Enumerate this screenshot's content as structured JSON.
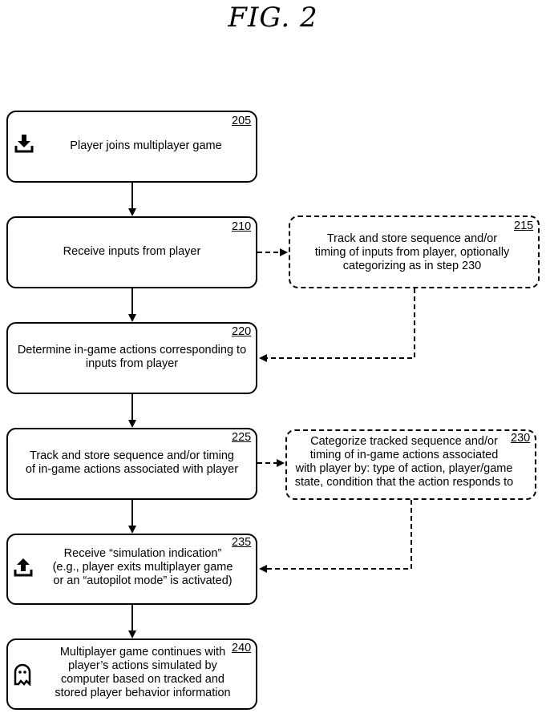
{
  "figure": {
    "title": "FIG. 2"
  },
  "steps": {
    "s205": {
      "number": "205",
      "text": "Player joins multiplayer game"
    },
    "s210": {
      "number": "210",
      "text": "Receive inputs from player"
    },
    "s215": {
      "number": "215",
      "text": "Track and store sequence and/or\ntiming of inputs from player, optionally\ncategorizing as in step 230"
    },
    "s220": {
      "number": "220",
      "text": "Determine in-game actions corresponding to\ninputs from player"
    },
    "s225": {
      "number": "225",
      "text": "Track and store sequence and/or timing\nof in-game actions associated with player"
    },
    "s230": {
      "number": "230",
      "text": "Categorize tracked sequence and/or\ntiming of in-game actions associated\nwith player by: type of action, player/game\nstate, condition that the action responds to"
    },
    "s235": {
      "number": "235",
      "text": "Receive “simulation indication”\n(e.g., player exits multiplayer game\nor an “autopilot mode” is activated)"
    },
    "s240": {
      "number": "240",
      "text": "Multiplayer game continues with\nplayer’s actions simulated by\ncomputer based on tracked and\nstored player behavior information"
    }
  },
  "icons": {
    "join": "download-icon",
    "exit": "upload-icon",
    "simulated": "ghost-icon"
  }
}
